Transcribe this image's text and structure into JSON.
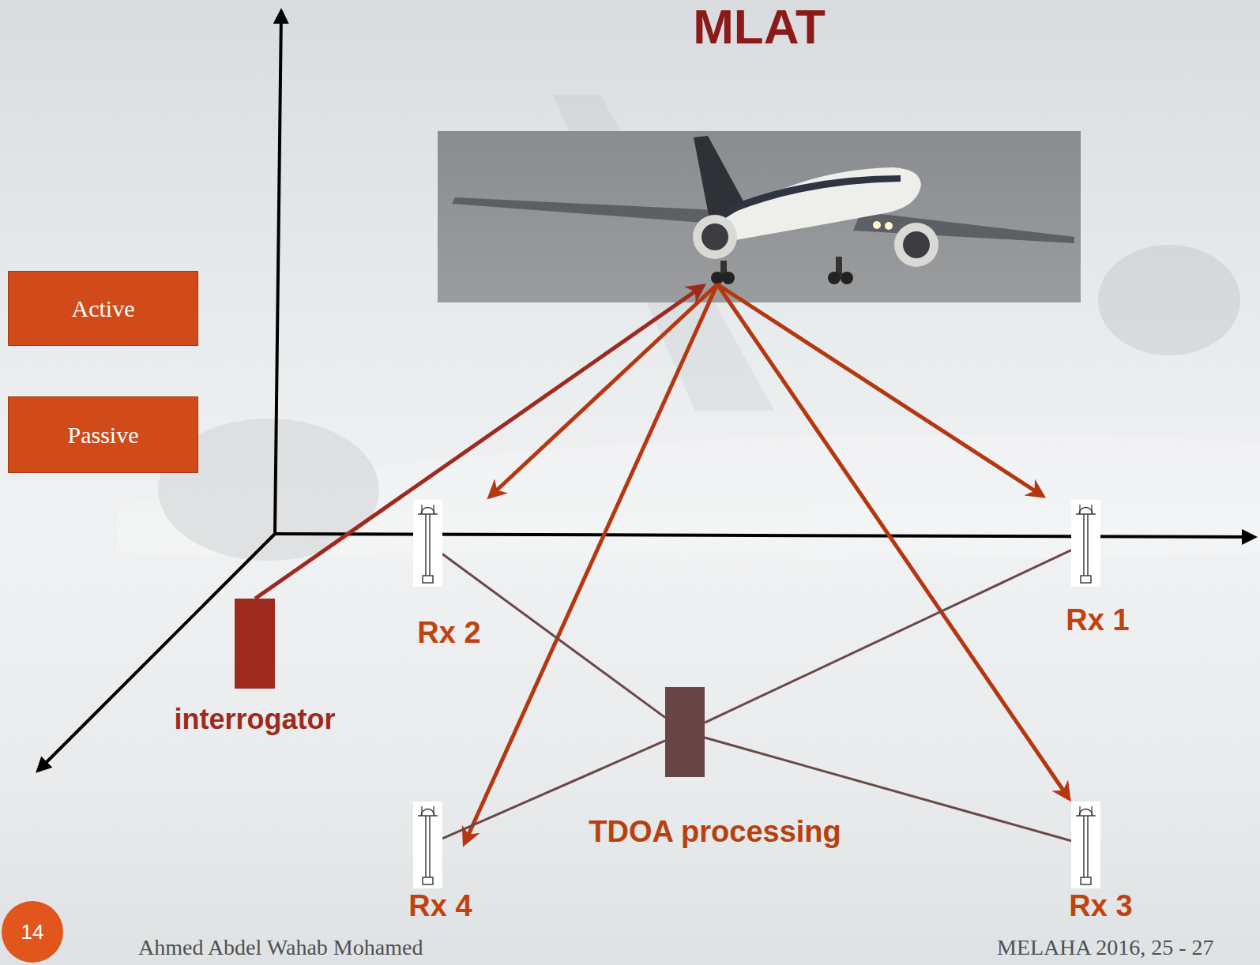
{
  "diagram": {
    "title": "MLAT",
    "nodes": [
      {
        "text": [
          "Active"
        ]
      },
      {
        "text": [
          "Passive"
        ]
      },
      {
        "text": [
          "Rx 2"
        ]
      },
      {
        "text": [
          "Rx 1"
        ]
      },
      {
        "text": [
          "interrogator"
        ]
      },
      {
        "text": [
          "TDOA processing"
        ]
      },
      {
        "text": [
          "Rx 4"
        ]
      },
      {
        "text": [
          "Rx 3"
        ]
      }
    ],
    "edges": [
      {
        "from": 5,
        "to": 2,
        "arrow": "none"
      },
      {
        "from": 5,
        "to": 3,
        "arrow": "none"
      },
      {
        "from": 5,
        "to": 6,
        "arrow": "none"
      },
      {
        "from": 5,
        "to": 7,
        "arrow": "none"
      }
    ],
    "labels": [
      "14",
      "Ahmed Abdel Wahab Mohamed",
      "MELAHA 2016, 25 - 27"
    ]
  }
}
